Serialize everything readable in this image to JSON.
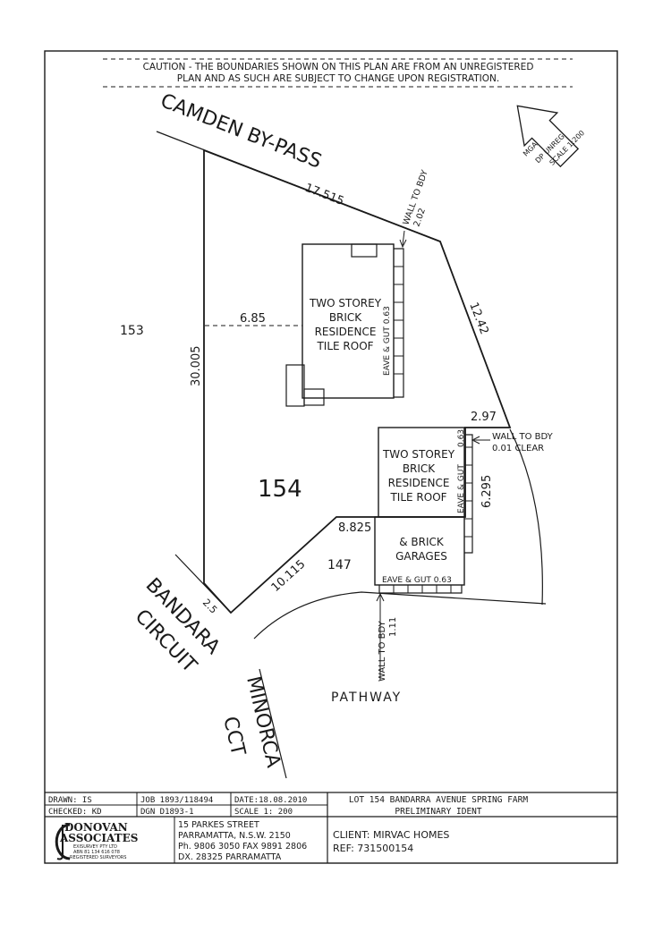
{
  "caution": {
    "line1": "CAUTION - THE BOUNDARIES SHOWN ON THIS PLAN ARE FROM AN UNREGISTERED",
    "line2": "PLAN AND AS SUCH ARE SUBJECT TO CHANGE UPON REGISTRATION."
  },
  "north_arrow": {
    "line1": "MGA",
    "line2": "DP UNREG",
    "line3": "SCALE 1:200"
  },
  "roads": {
    "camden": "CAMDEN BY-PASS",
    "bandara1": "BANDARA",
    "bandara2": "CIRCUIT",
    "minorca1": "MINORCA",
    "minorca2": "CCT",
    "pathway": "PATHWAY"
  },
  "lots": {
    "neighbor_left": "153",
    "main": "154",
    "neighbor_bottom": "147"
  },
  "dimensions": {
    "top": "17.515",
    "right": "12.42",
    "left": "30.005",
    "setback": "6.85",
    "right_step": "2.97",
    "garage_side": "6.295",
    "bottom_top": "8.825",
    "bottom_diag": "10.115",
    "corner": "2.5"
  },
  "house1": {
    "line1": "TWO STOREY",
    "line2": "BRICK",
    "line3": "RESIDENCE",
    "line4": "TILE ROOF",
    "eave": "EAVE & GUT 0.63"
  },
  "house2": {
    "line1": "TWO STOREY",
    "line2": "BRICK",
    "line3": "RESIDENCE",
    "line4": "TILE ROOF",
    "eave": "EAVE & GUT",
    "eave_top": "0.63"
  },
  "garage": {
    "line1": "& BRICK",
    "line2": "GARAGES",
    "eave": "EAVE & GUT  0.63"
  },
  "wall_notes": {
    "top_line1": "WALL TO BDY",
    "top_line2": "2.02",
    "right_line1": "WALL TO BDY",
    "right_line2": "0.01 CLEAR",
    "bottom_line1": "WALL TO BDY",
    "bottom_line2": "1.11"
  },
  "title_block": {
    "drawn": "DRAWN: IS",
    "checked": "CHECKED: KD",
    "job": "JOB 1893/118494",
    "dgn": "DGN D1893-1",
    "date": "DATE:18.08.2010",
    "scale": "SCALE 1: 200",
    "lot_title": "LOT 154 BANDARRA AVENUE SPRING FARM",
    "ident": "PRELIMINARY IDENT",
    "logo_main1": "DONOVAN",
    "logo_main2": "ASSOCIATES",
    "logo_sub1": "EXISURVEY PTY LTD",
    "logo_sub2": "ABN 81 134 616 078",
    "logo_sub3": "REGISTERED SURVEYORS",
    "addr1": "15 PARKES STREET",
    "addr2": "PARRAMATTA, N.S.W. 2150",
    "addr3": "Ph. 9806 3050  FAX 9891 2806",
    "addr4": "DX. 28325 PARRAMATTA",
    "client": "CLIENT: MIRVAC HOMES",
    "ref": "REF: 731500154"
  }
}
